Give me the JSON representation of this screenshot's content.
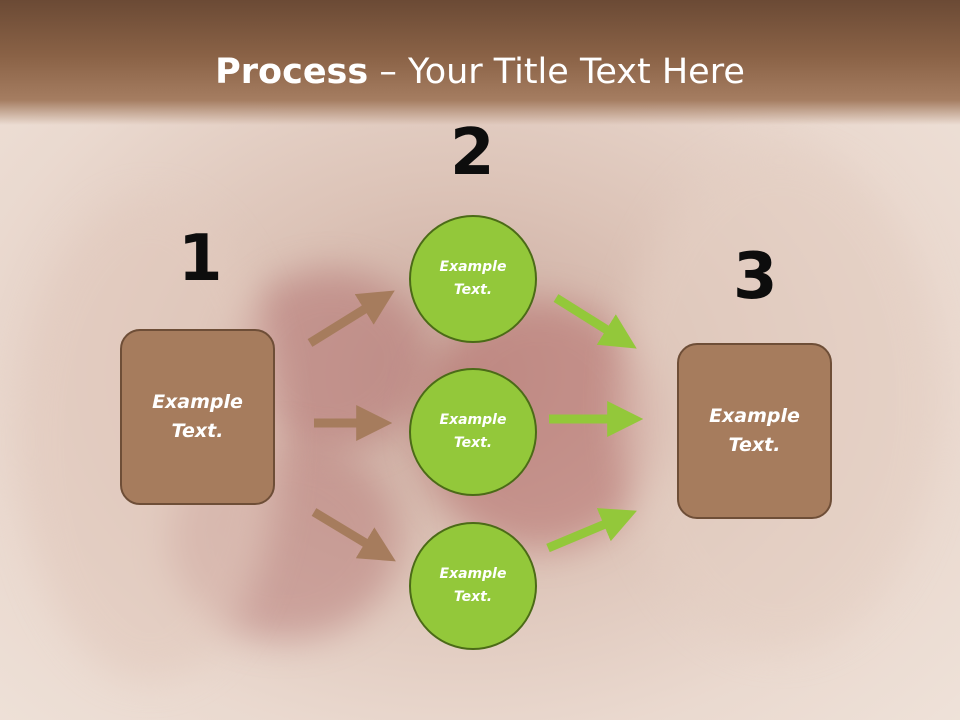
{
  "title": {
    "bold": "Process",
    "rest": " – Your Title Text Here"
  },
  "steps": {
    "n1": "1",
    "n2": "2",
    "n3": "3"
  },
  "boxes": {
    "left": {
      "line1": "Example",
      "line2": "Text."
    },
    "right": {
      "line1": "Example",
      "line2": "Text."
    }
  },
  "circles": [
    {
      "line1": "Example",
      "line2": "Text."
    },
    {
      "line1": "Example",
      "line2": "Text."
    },
    {
      "line1": "Example",
      "line2": "Text."
    }
  ],
  "colors": {
    "brown_box": "#a67c5d",
    "green_circle": "#93c83a",
    "brown_arrow": "#a67c5d",
    "green_arrow": "#93c83a"
  }
}
